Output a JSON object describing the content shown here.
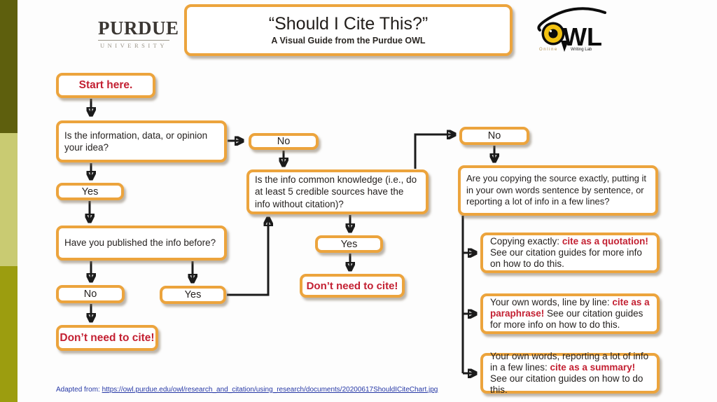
{
  "header": {
    "purdue_wordmark": "PURDUE",
    "purdue_sub": "UNIVERSITY",
    "title": "“Should I Cite This?”",
    "subtitle": "A Visual Guide from the Purdue OWL",
    "owl_logo": {
      "letters": "WL",
      "sub_left": "Online",
      "sub_right": "Writing Lab"
    }
  },
  "flowchart": {
    "start": "Start here.",
    "q_idea": "Is the information, data, or opinion your idea?",
    "no_1": "No",
    "yes_1": "Yes",
    "q_common": "Is the info common knowledge (i.e., do at least 5 credible sources have the info without citation)?",
    "q_published": "Have you published the info before?",
    "no_2": "No",
    "yes_2": "Yes",
    "dont_cite_left": "Don’t need to cite!",
    "yes_3": "Yes",
    "dont_cite_mid": "Don’t need to cite!",
    "no_3": "No",
    "q_copying": "Are you copying the source exactly, putting it in your own words sentence by sentence, or reporting a lot of info in a few lines?",
    "outcomes": [
      {
        "prefix": "Copying exactly: ",
        "highlight": "cite as a quotation!",
        "suffix": " See our citation guides for more info on how to do this."
      },
      {
        "prefix": "Your own words, line by line: ",
        "highlight": "cite as a paraphrase!",
        "suffix": " See our citation guides for more info on how to do this."
      },
      {
        "prefix": "Your own words, reporting a lot of info in a few lines: ",
        "highlight": "cite as a summary!",
        "suffix": " See our citation guides on how to do this."
      }
    ]
  },
  "footer": {
    "label": "Adapted from: ",
    "url": "https://owl.purdue.edu/owl/research_and_citation/using_research/documents/20200617ShouldICiteChart.jpg"
  },
  "colors": {
    "accent_orange": "#ECA43D",
    "highlight_red": "#C32032",
    "link_blue": "#2638A6",
    "sidebar_dark": "#5E5F0D",
    "sidebar_light": "#C9CB72",
    "sidebar_medium": "#9C9D0F",
    "owl_eye_yellow": "#F2C212"
  }
}
